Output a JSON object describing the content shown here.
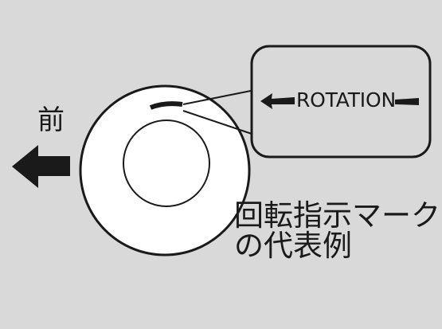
{
  "labels": {
    "front": "前",
    "rotation": "ROTATION",
    "caption_line1": "回転指示マーク",
    "caption_line2": "の代表例"
  },
  "colors": {
    "background": "#d9d9da",
    "stroke": "#1a1a1a",
    "fill": "#ffffff",
    "callout_fill": "#d9d9da"
  },
  "icons": {
    "front_arrow": "arrow-left-icon",
    "callout_left_arrow": "arrow-left-icon",
    "callout_right_bar": "bar-icon",
    "rotation_mark": "dash-mark-icon"
  }
}
